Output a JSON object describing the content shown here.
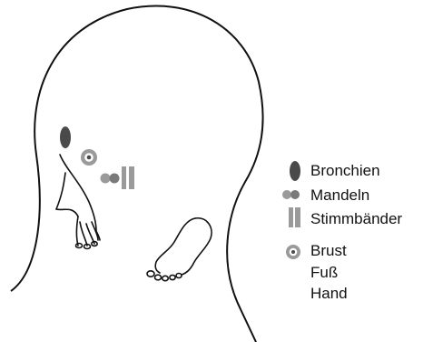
{
  "legend": {
    "items": [
      {
        "label": "Bronchien",
        "icon": "dark-ellipse-icon"
      },
      {
        "label": "Mandeln",
        "icon": "double-circle-icon"
      },
      {
        "label": "Stimmbänder",
        "icon": "double-bar-icon"
      },
      {
        "label": "Brust",
        "icon": "target-circle-icon"
      },
      {
        "label": "Fuß",
        "icon": ""
      },
      {
        "label": "Hand",
        "icon": ""
      }
    ]
  },
  "colors": {
    "outline": "#111111",
    "dark_marker": "#4a4a4a",
    "light_marker": "#9a9a9a",
    "background": "#ffffff"
  }
}
